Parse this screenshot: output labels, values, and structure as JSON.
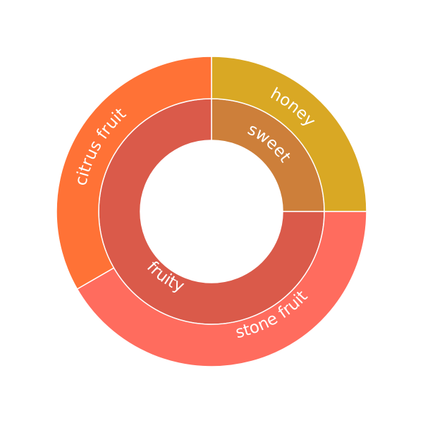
{
  "chart_data": {
    "type": "sunburst",
    "unit": "degrees",
    "inner": [
      {
        "name": "sweet",
        "value": 90,
        "color": "#CD7F3A"
      },
      {
        "name": "fruity",
        "value": 270,
        "color": "#DA5A4A"
      }
    ],
    "outer": [
      {
        "name": "honey",
        "parent": "sweet",
        "value": 90,
        "color": "#D9A824"
      },
      {
        "name": "stone fruit",
        "parent": "fruity",
        "value": 150,
        "color": "#FF6C5E"
      },
      {
        "name": "citrus fruit",
        "parent": "fruity",
        "value": 120,
        "color": "#FF7236"
      }
    ]
  }
}
